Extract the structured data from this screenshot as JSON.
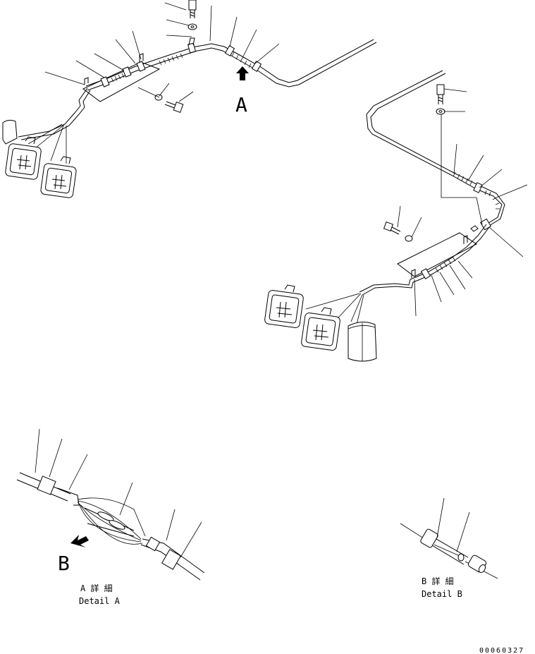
{
  "callouts": {
    "arrow_a": "A",
    "arrow_b": "B"
  },
  "details": {
    "detail_a_jp": "A 詳 細",
    "detail_a_en": "Detail A",
    "detail_b_jp": "B 詳 細",
    "detail_b_en": "Detail B"
  },
  "drawing_number": "00060327"
}
